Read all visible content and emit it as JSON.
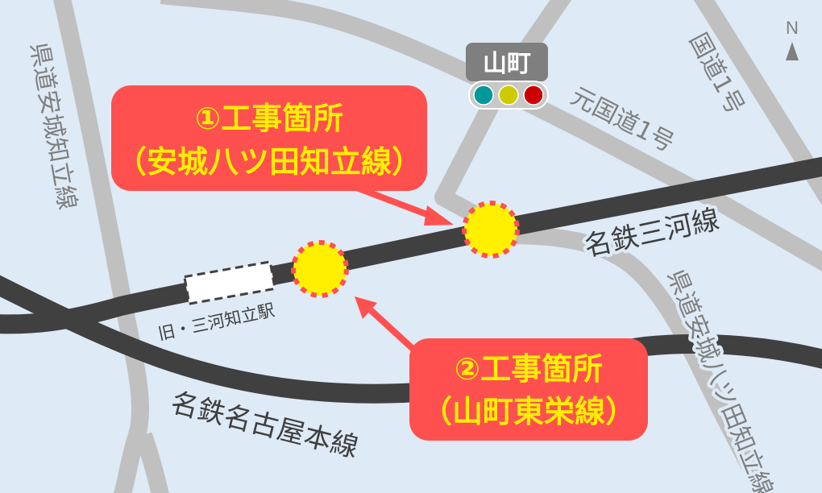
{
  "map": {
    "background": "#deeaf6",
    "colors": {
      "road": "#c0c0c0",
      "rail": "#404040",
      "callout": "#ff5050",
      "callout_text": "#ffee00",
      "site_fill": "#fff000",
      "site_border": "#ff5050",
      "label_gray": "#7f7f7f",
      "label_dark": "#3f3f3f"
    },
    "compass": {
      "label": "N",
      "icon": "north-arrow-icon"
    },
    "signal": {
      "name": "山町",
      "lights": [
        "#009999",
        "#cccc00",
        "#cc0000"
      ]
    },
    "roads": {
      "prefectural_anjo_chiryu": "県道安城知立線",
      "prefectural_anjo_yatsuda_chiryu": "県道安城八ツ田知立線",
      "national_route_1": "国道1号",
      "former_national_route_1": "元国道1号"
    },
    "railways": {
      "meitetsu_mikawa": "名鉄三河線",
      "meitetsu_nagoya_main": "名鉄名古屋本線"
    },
    "stations": {
      "old_mikawa_chiryu": "旧・三河知立駅"
    },
    "callouts": [
      {
        "line1": "①工事箇所",
        "line2": "（安城八ツ田知立線）"
      },
      {
        "line1": "②工事箇所",
        "line2": "（山町東栄線）"
      }
    ]
  }
}
